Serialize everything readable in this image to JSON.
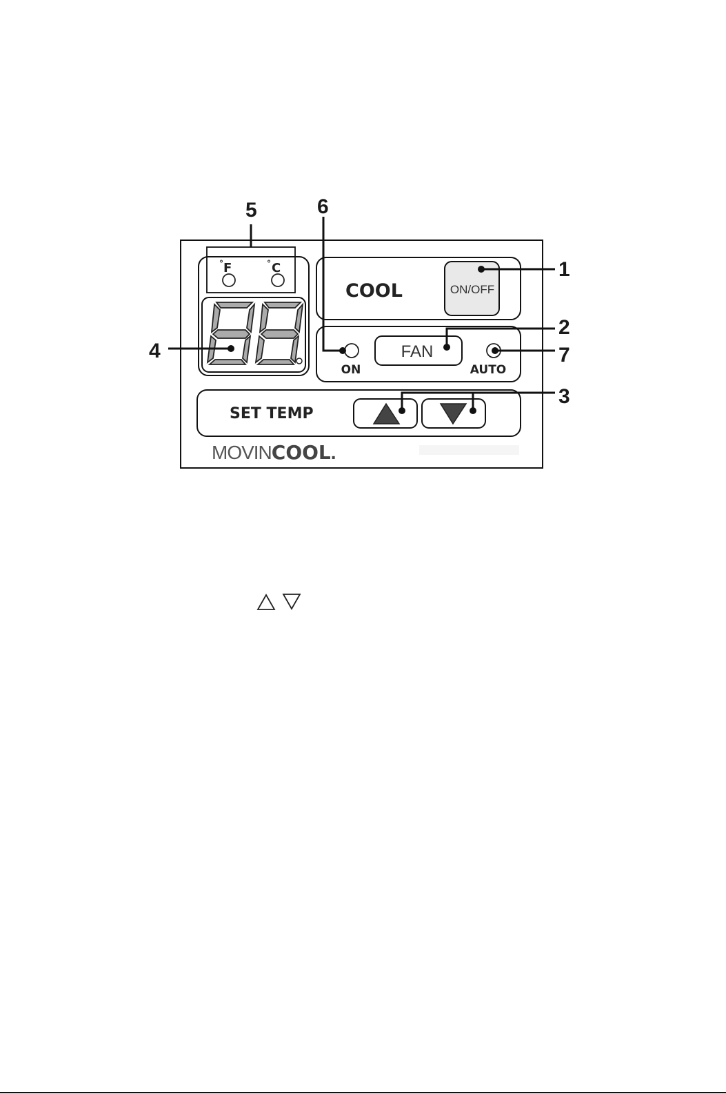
{
  "callouts": {
    "n1": "1",
    "n2": "2",
    "n3": "3",
    "n4": "4",
    "n5": "5",
    "n6": "6",
    "n7": "7"
  },
  "panel": {
    "unit_f": "F",
    "unit_c": "C",
    "cool_label": "COOL",
    "on_off_label": "ON/OFF",
    "fan_label": "FAN",
    "fan_on_label": "ON",
    "fan_auto_label": "AUTO",
    "set_temp_label": "SET TEMP",
    "brand_light": "MOVIN",
    "brand_bold": "COOL",
    "brand_mark": "."
  },
  "icons": {
    "up_arrow": "triangle-up",
    "down_arrow": "triangle-down"
  },
  "colors": {
    "segment_fill": "#ababab",
    "arrow_fill": "#444444",
    "line": "#111111"
  }
}
